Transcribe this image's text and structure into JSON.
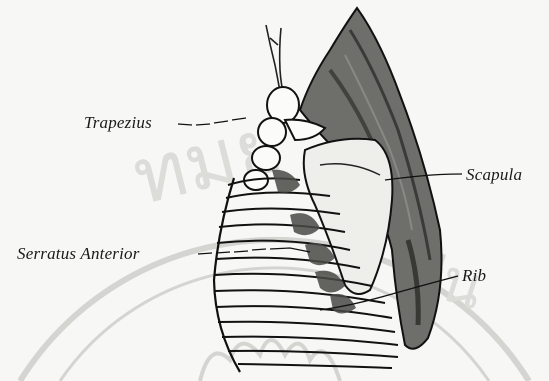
{
  "labels": {
    "trapezius": "Trapezius",
    "scapula": "Scapula",
    "serratus_anterior": "Serratus Anterior",
    "rib": "Rib"
  },
  "colors": {
    "background": "#f7f7f5",
    "ink": "#1a1a1a",
    "watermark": "#d4d4d0"
  }
}
